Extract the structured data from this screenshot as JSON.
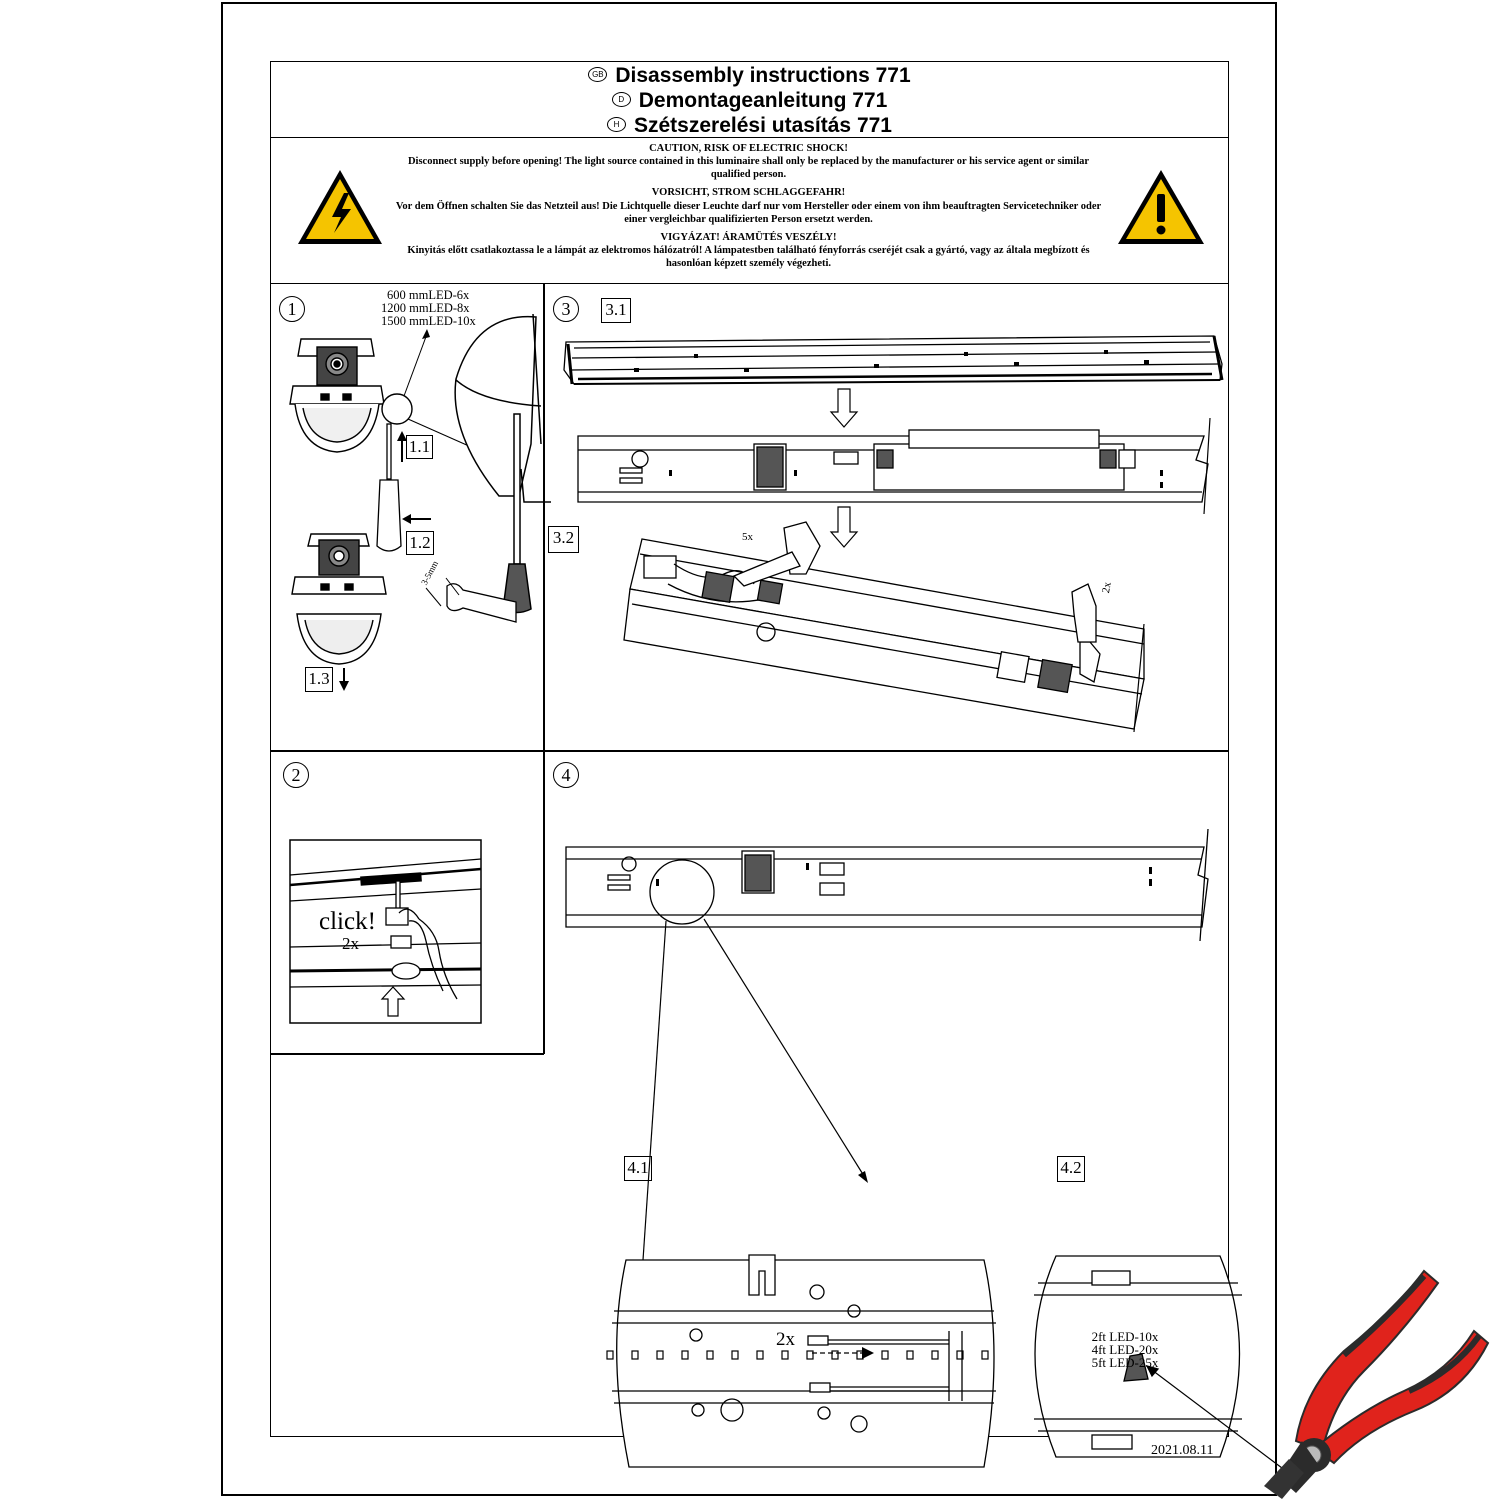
{
  "header": {
    "lines": [
      {
        "code": "GB",
        "text": "Disassembly instructions 771"
      },
      {
        "code": "D",
        "text": "Demontageanleitung 771"
      },
      {
        "code": "H",
        "text": "Szétszerelési utasítás 771"
      }
    ]
  },
  "warnings": {
    "en_title": "CAUTION, RISK OF ELECTRIC SHOCK!",
    "en_text": "Disconnect supply before opening! The light source contained in this luminaire shall only be replaced by the manufacturer or his service agent or similar qualified person.",
    "de_title": "VORSICHT, STROM SCHLAGGEFAHR!",
    "de_text": "Vor dem Öffnen schalten Sie das Netzteil aus! Die Lichtquelle dieser Leuchte darf nur vom Hersteller oder einem von ihm beauftragten Servicetechniker oder einer vergleichbar qualifizierten Person ersetzt werden.",
    "hu_title": "VIGYÁZAT! ÁRAMÜTÉS VESZÉLY!",
    "hu_text": "Kinyitás előtt csatlakoztassa le a lámpát az elektromos hálózatról! A lámpatestben található fényforrás cseréjét csak a gyártó, vagy az általa megbízott és hasonlóan képzett személy végezheti.",
    "electric_icon": "electric-hazard-icon",
    "general_icon": "general-warning-icon",
    "warning_color": "#f5c400"
  },
  "step1": {
    "number": "1",
    "led_lines": [
      "600 mmLED-6x",
      "1200 mmLED-8x",
      "1500 mmLED-10x"
    ],
    "sub1": "1.1",
    "sub2": "1.2",
    "sub3": "1.3",
    "gap_label": "3-5mm"
  },
  "step2": {
    "number": "2",
    "click": "click!",
    "count": "2x"
  },
  "step3": {
    "number": "3",
    "sub1": "3.1",
    "sub2": "3.2",
    "count_5": "5x",
    "count_2": "2x"
  },
  "step4": {
    "number": "4",
    "sub1": "4.1",
    "sub2": "4.2",
    "count": "2x",
    "led_lines": [
      "2ft LED-10x",
      "4ft LED-20x",
      "5ft LED-25x"
    ],
    "plier_colors": {
      "red": "#e0231c",
      "dark": "#2b2b2b"
    }
  },
  "footer": {
    "date": "2021.08.11"
  }
}
